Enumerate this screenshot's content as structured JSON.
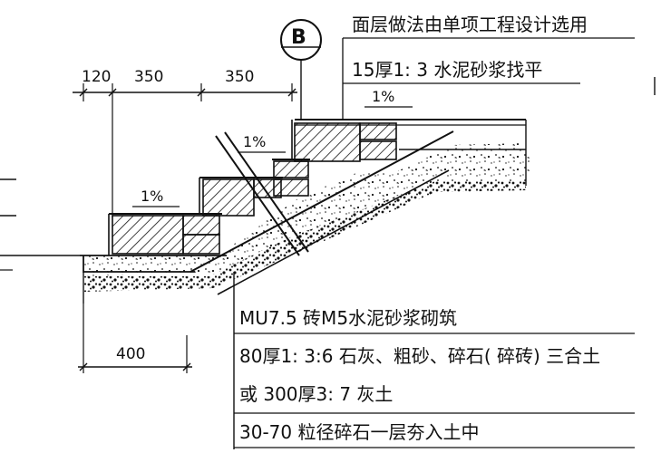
{
  "detail_marker": "B",
  "notes": {
    "surface": "面层做法由单项工程设计选用",
    "screed": "15厚1: 3 水泥砂浆找平",
    "masonry": "MU7.5 砖M5水泥砂浆砌筑",
    "base_line1": "80厚1: 3:6 石灰、粗砂、碎石( 碎砖) 三合土",
    "base_line2": "或 300厚3: 7 灰土",
    "subbase": "30-70 粒径碎石一层夯入土中"
  },
  "dimensions": {
    "d1": "120",
    "d2": "350",
    "d3": "350",
    "bottom": "400"
  },
  "slopes": {
    "top": "1%",
    "middle": "1%",
    "lower": "1%"
  },
  "colors": {
    "ink": "#111111",
    "paper": "#ffffff"
  }
}
